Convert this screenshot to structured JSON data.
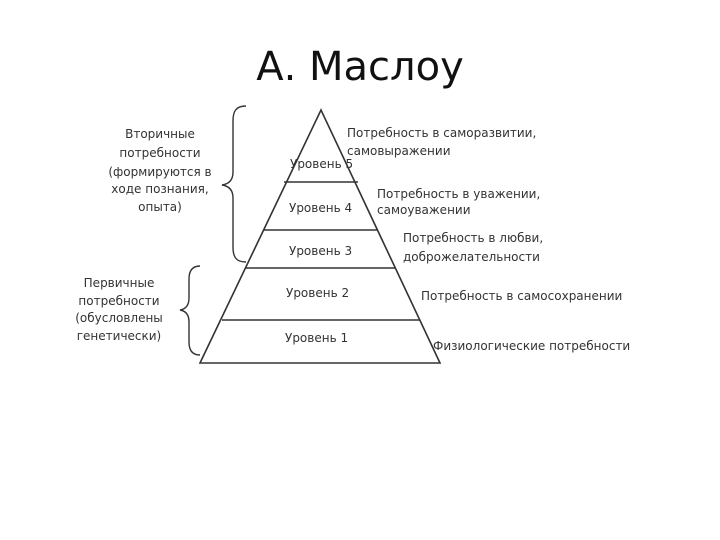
{
  "title": "А. Маслоу",
  "levels": [
    {
      "label": "Уровень 5",
      "need_lines": [
        "Потребность в саморазвитии,",
        "самовыражении"
      ]
    },
    {
      "label": "Уровень 4",
      "need_lines": [
        "Потребность в уважении,",
        "самоуважении"
      ]
    },
    {
      "label": "Уровень 3",
      "need_lines": [
        "Потребность в любви,",
        "доброжелательности"
      ]
    },
    {
      "label": "Уровень 2",
      "need_lines": [
        "Потребность в самосохранении"
      ]
    },
    {
      "label": "Уровень 1",
      "need_lines": [
        "Физиологические потребности"
      ]
    }
  ],
  "secondary_needs_lines": [
    "Вторичные",
    "потребности",
    "(формируются в",
    "ходе познания,",
    "опыта)"
  ],
  "primary_needs_lines": [
    "Первичные",
    "потребности",
    "(обусловлены",
    "генетически)"
  ]
}
